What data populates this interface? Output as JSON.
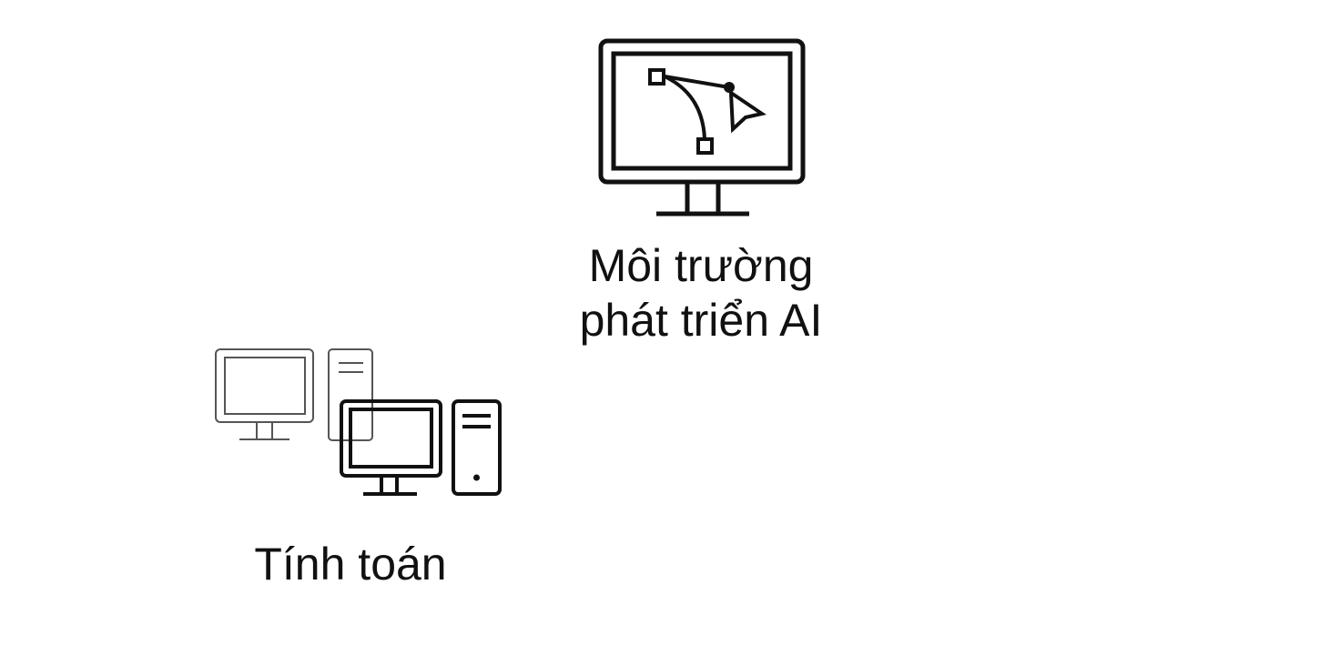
{
  "nodes": {
    "ai_environment": {
      "label_line1": "Môi trường",
      "label_line2": "phát triển AI",
      "icon": "monitor-bezier-pen-icon"
    },
    "computing": {
      "label": "Tính toán",
      "icon": "desktop-computers-icon"
    }
  },
  "colors": {
    "stroke": "#111111",
    "background": "#ffffff"
  }
}
